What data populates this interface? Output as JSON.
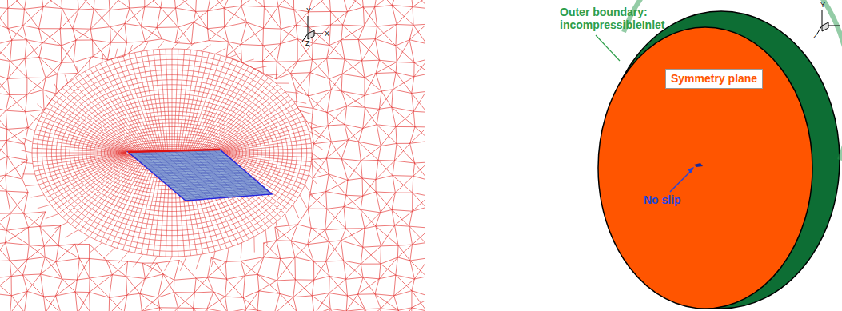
{
  "diagram": {
    "nodes": [
      {
        "text": [
          "Symmetry plane"
        ]
      }
    ],
    "labels": [
      "Y",
      "X",
      "Z",
      "Y",
      "Z",
      "Outer boundary: incompressibleInlet",
      "No slip"
    ]
  }
}
